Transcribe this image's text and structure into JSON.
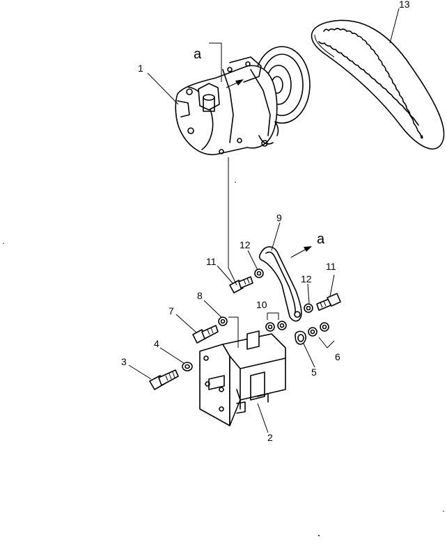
{
  "callouts": {
    "c1": "1",
    "c2": "2",
    "c3": "3",
    "c4": "4",
    "c5": "5",
    "c6": "6",
    "c7": "7",
    "c8": "8",
    "c9": "9",
    "c10": "10",
    "c11a": "11",
    "c11b": "11",
    "c12a": "12",
    "c12b": "12",
    "c13": "13"
  },
  "arrows": {
    "top_letter": "a",
    "bracket_letter": "a"
  }
}
